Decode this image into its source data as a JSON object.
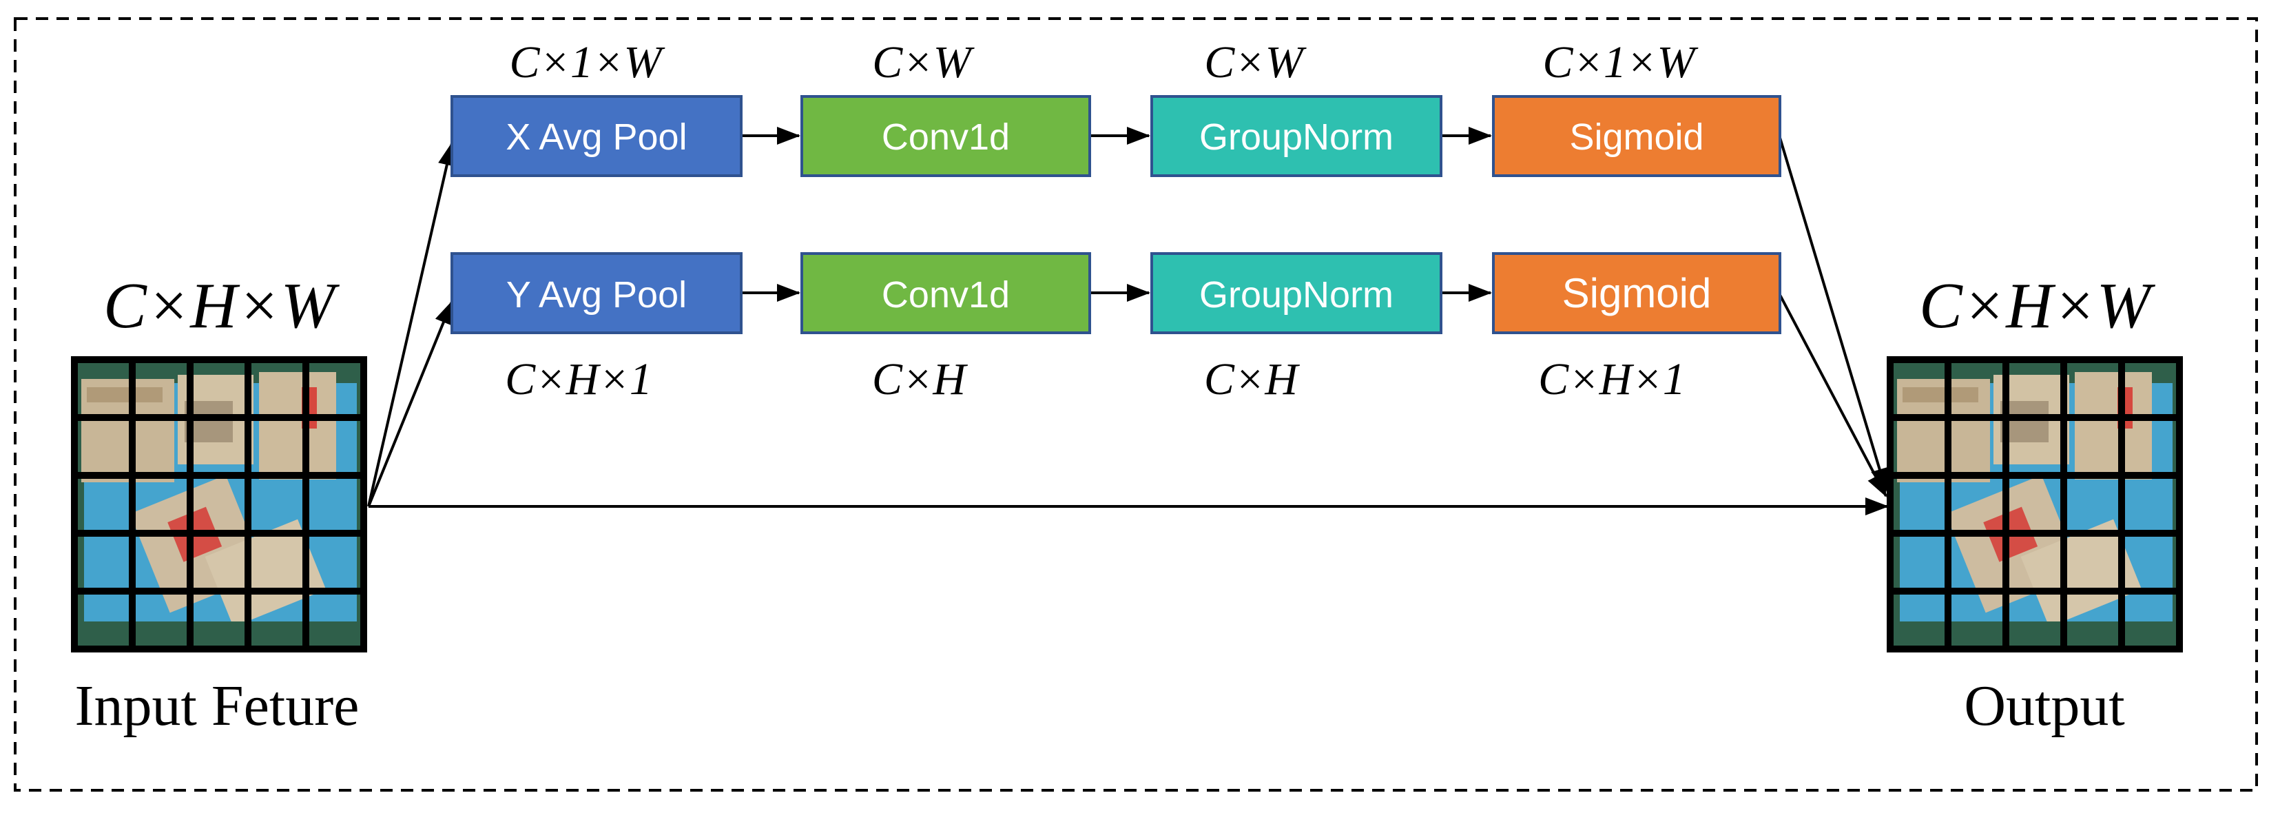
{
  "diagram": {
    "input_dims": "C×H×W",
    "output_dims": "C×H×W",
    "input_caption": "Input Feture",
    "output_caption": "Output",
    "x_branch": {
      "boxes": [
        {
          "label": "X Avg Pool",
          "color": "#4472C4",
          "dims": "C×1×W"
        },
        {
          "label": "Conv1d",
          "color": "#70B843",
          "dims": "C×W"
        },
        {
          "label": "GroupNorm",
          "color": "#2EC0B0",
          "dims": "C×W"
        },
        {
          "label": "Sigmoid",
          "color": "#ED7D31",
          "dims": "C×1×W"
        }
      ]
    },
    "y_branch": {
      "boxes": [
        {
          "label": "Y Avg Pool",
          "color": "#4472C4",
          "dims": "C×H×1"
        },
        {
          "label": "Conv1d",
          "color": "#70B843",
          "dims": "C×H"
        },
        {
          "label": "GroupNorm",
          "color": "#2EC0B0",
          "dims": "C×H"
        },
        {
          "label": "Sigmoid",
          "color": "#ED7D31",
          "dims": "C×H×1"
        }
      ]
    },
    "colors": {
      "grid_line": "#000000",
      "mat_blue": "#3C9BC7",
      "mat_green": "#2F5F4A",
      "box_tan": "#C8B697"
    },
    "feature_map_image": "warehouse-boxes-on-blue-mat-with-grid"
  }
}
